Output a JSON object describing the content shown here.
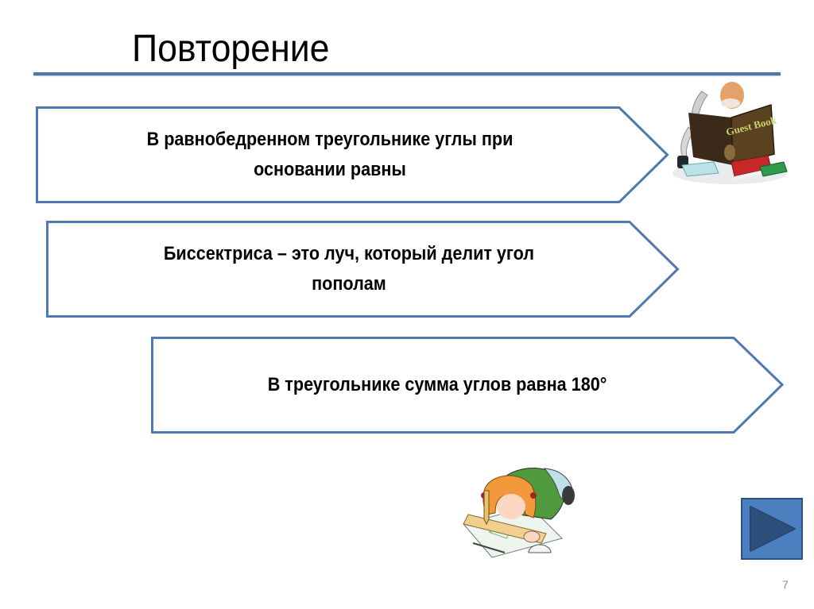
{
  "slide": {
    "title": "Повторение",
    "page_number": "7",
    "colors": {
      "accent_line": "#4f79b0",
      "chevron_stroke": "#4f79b0",
      "nav_button_fill": "#4a7fc0",
      "nav_button_border": "#2c5283",
      "nav_arrow_fill": "#2e4f7c",
      "page_number": "#8a8a8a"
    }
  },
  "statements": [
    {
      "line1": "В равнобедренном треугольнике углы при",
      "line2": "основании равны"
    },
    {
      "line1": "Биссектриса – это луч, который делит угол",
      "line2": "пополам"
    },
    {
      "line1": "В треугольнике сумма углов равна 180°",
      "line2": ""
    }
  ],
  "images": {
    "top_right": "guest-book-reader-clipart",
    "top_right_book_text": "Guest Book",
    "bottom_center": "girl-drawing-with-ruler-clipart"
  },
  "navigation": {
    "next_button_icon": "play-triangle-icon"
  }
}
